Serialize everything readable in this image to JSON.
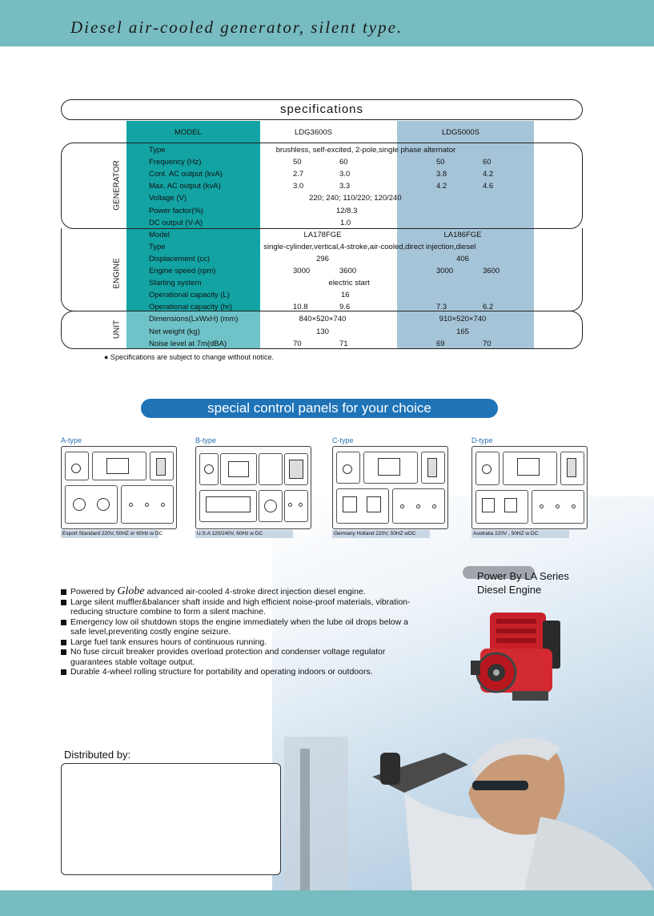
{
  "header": {
    "title": "Diesel air-cooled generator, silent type."
  },
  "specs": {
    "heading": "specifications",
    "col_model": "MODEL",
    "col_a": "LDG3600S",
    "col_b": "LDG5000S",
    "groups": {
      "generator": "GENERATOR",
      "engine": "ENGINE",
      "unit": "UNIT"
    },
    "rows": [
      {
        "label": "Type",
        "span": "brushless,  self-excited,  2-pole,single phase alternator"
      },
      {
        "label": "Frequency (Hz)",
        "a1": "50",
        "a2": "60",
        "b1": "50",
        "b2": "60"
      },
      {
        "label": "Cont. AC output (kvA)",
        "a1": "2.7",
        "a2": "3.0",
        "b1": "3.8",
        "b2": "4.2"
      },
      {
        "label": "Max. AC output (kvA)",
        "a1": "3.0",
        "a2": "3.3",
        "b1": "4.2",
        "b2": "4.6"
      },
      {
        "label": "Voltage (V)",
        "span": "220;  240;  110/220;  120/240"
      },
      {
        "label": "Power factor(%)",
        "span": "12/8.3"
      },
      {
        "label": "DC output (V-A)",
        "span": "1.0"
      },
      {
        "label": "Model",
        "a": "LA178FGE",
        "b": "LA186FGE"
      },
      {
        "label": "Type",
        "span": "single-cylinder,vertical,4-stroke,air-cooled,direct injection,diesel"
      },
      {
        "label": "Displacement (cc)",
        "a": "296",
        "b": "406"
      },
      {
        "label": "Engine speed (rpm)",
        "a1": "3000",
        "a2": "3600",
        "b1": "3000",
        "b2": "3600"
      },
      {
        "label": "Starting system",
        "span": "electric start"
      },
      {
        "label": "Operational capacity (L)",
        "span": "16"
      },
      {
        "label": "Operational capacity (hr)",
        "a1": "10.8",
        "a2": "9.6",
        "b1": "7.3",
        "b2": "6.2"
      },
      {
        "label": "Dimensions(LxWxH) (mm)",
        "a": "840×520×740",
        "b": "910×520×740"
      },
      {
        "label": "Net weight (kg)",
        "a": "130",
        "b": "165"
      },
      {
        "label": "Noise level at 7m(dBA)",
        "a1": "70",
        "a2": "71",
        "b1": "69",
        "b2": "70"
      }
    ],
    "note": "● Specifications are subject to change without notice."
  },
  "panels": {
    "heading": "special control panels for your choice",
    "items": [
      {
        "type": "A-type",
        "caption": "Export Standard  220V, 50HZ or 60Hz  w DC"
      },
      {
        "type": "B-type",
        "caption": "U.S.A 120/240V, 60Hz  w DC"
      },
      {
        "type": "C-type",
        "caption": "Germany  Holland  220V, 50HZ   wDC"
      },
      {
        "type": "D-type",
        "caption": "Australia 220V , 50HZ  w DC"
      }
    ]
  },
  "features": {
    "powered_pre": "Powered by",
    "brand": "Globe",
    "powered_post": "advanced air-cooled 4-stroke direct injection diesel engine.",
    "items": [
      "Large silent muffler&balancer shaft inside and high efficient noise-proof materials, vibration-reducing structure combine to form a silent machine.",
      "Emergency low oil shutdown stops the engine immediately when the lube oil drops below a safe level,preventing costly engine seizure.",
      "Large fuel tank ensures hours of continuous running.",
      "No fuse circuit breaker provides overload protection and condenser voltage regulator guarantees stable voltage output.",
      "Durable 4-wheel rolling structure for portability and operating indoors or outdoors."
    ]
  },
  "engine_card": {
    "line1": "Power By LA Series",
    "line2": "Diesel Engine"
  },
  "distributor": {
    "label": "Distributed  by:"
  },
  "colors": {
    "band": "#76bcc0",
    "teal": "#13a3a3",
    "blue_col": "#a6c4d8",
    "accent": "#1f74b8"
  }
}
